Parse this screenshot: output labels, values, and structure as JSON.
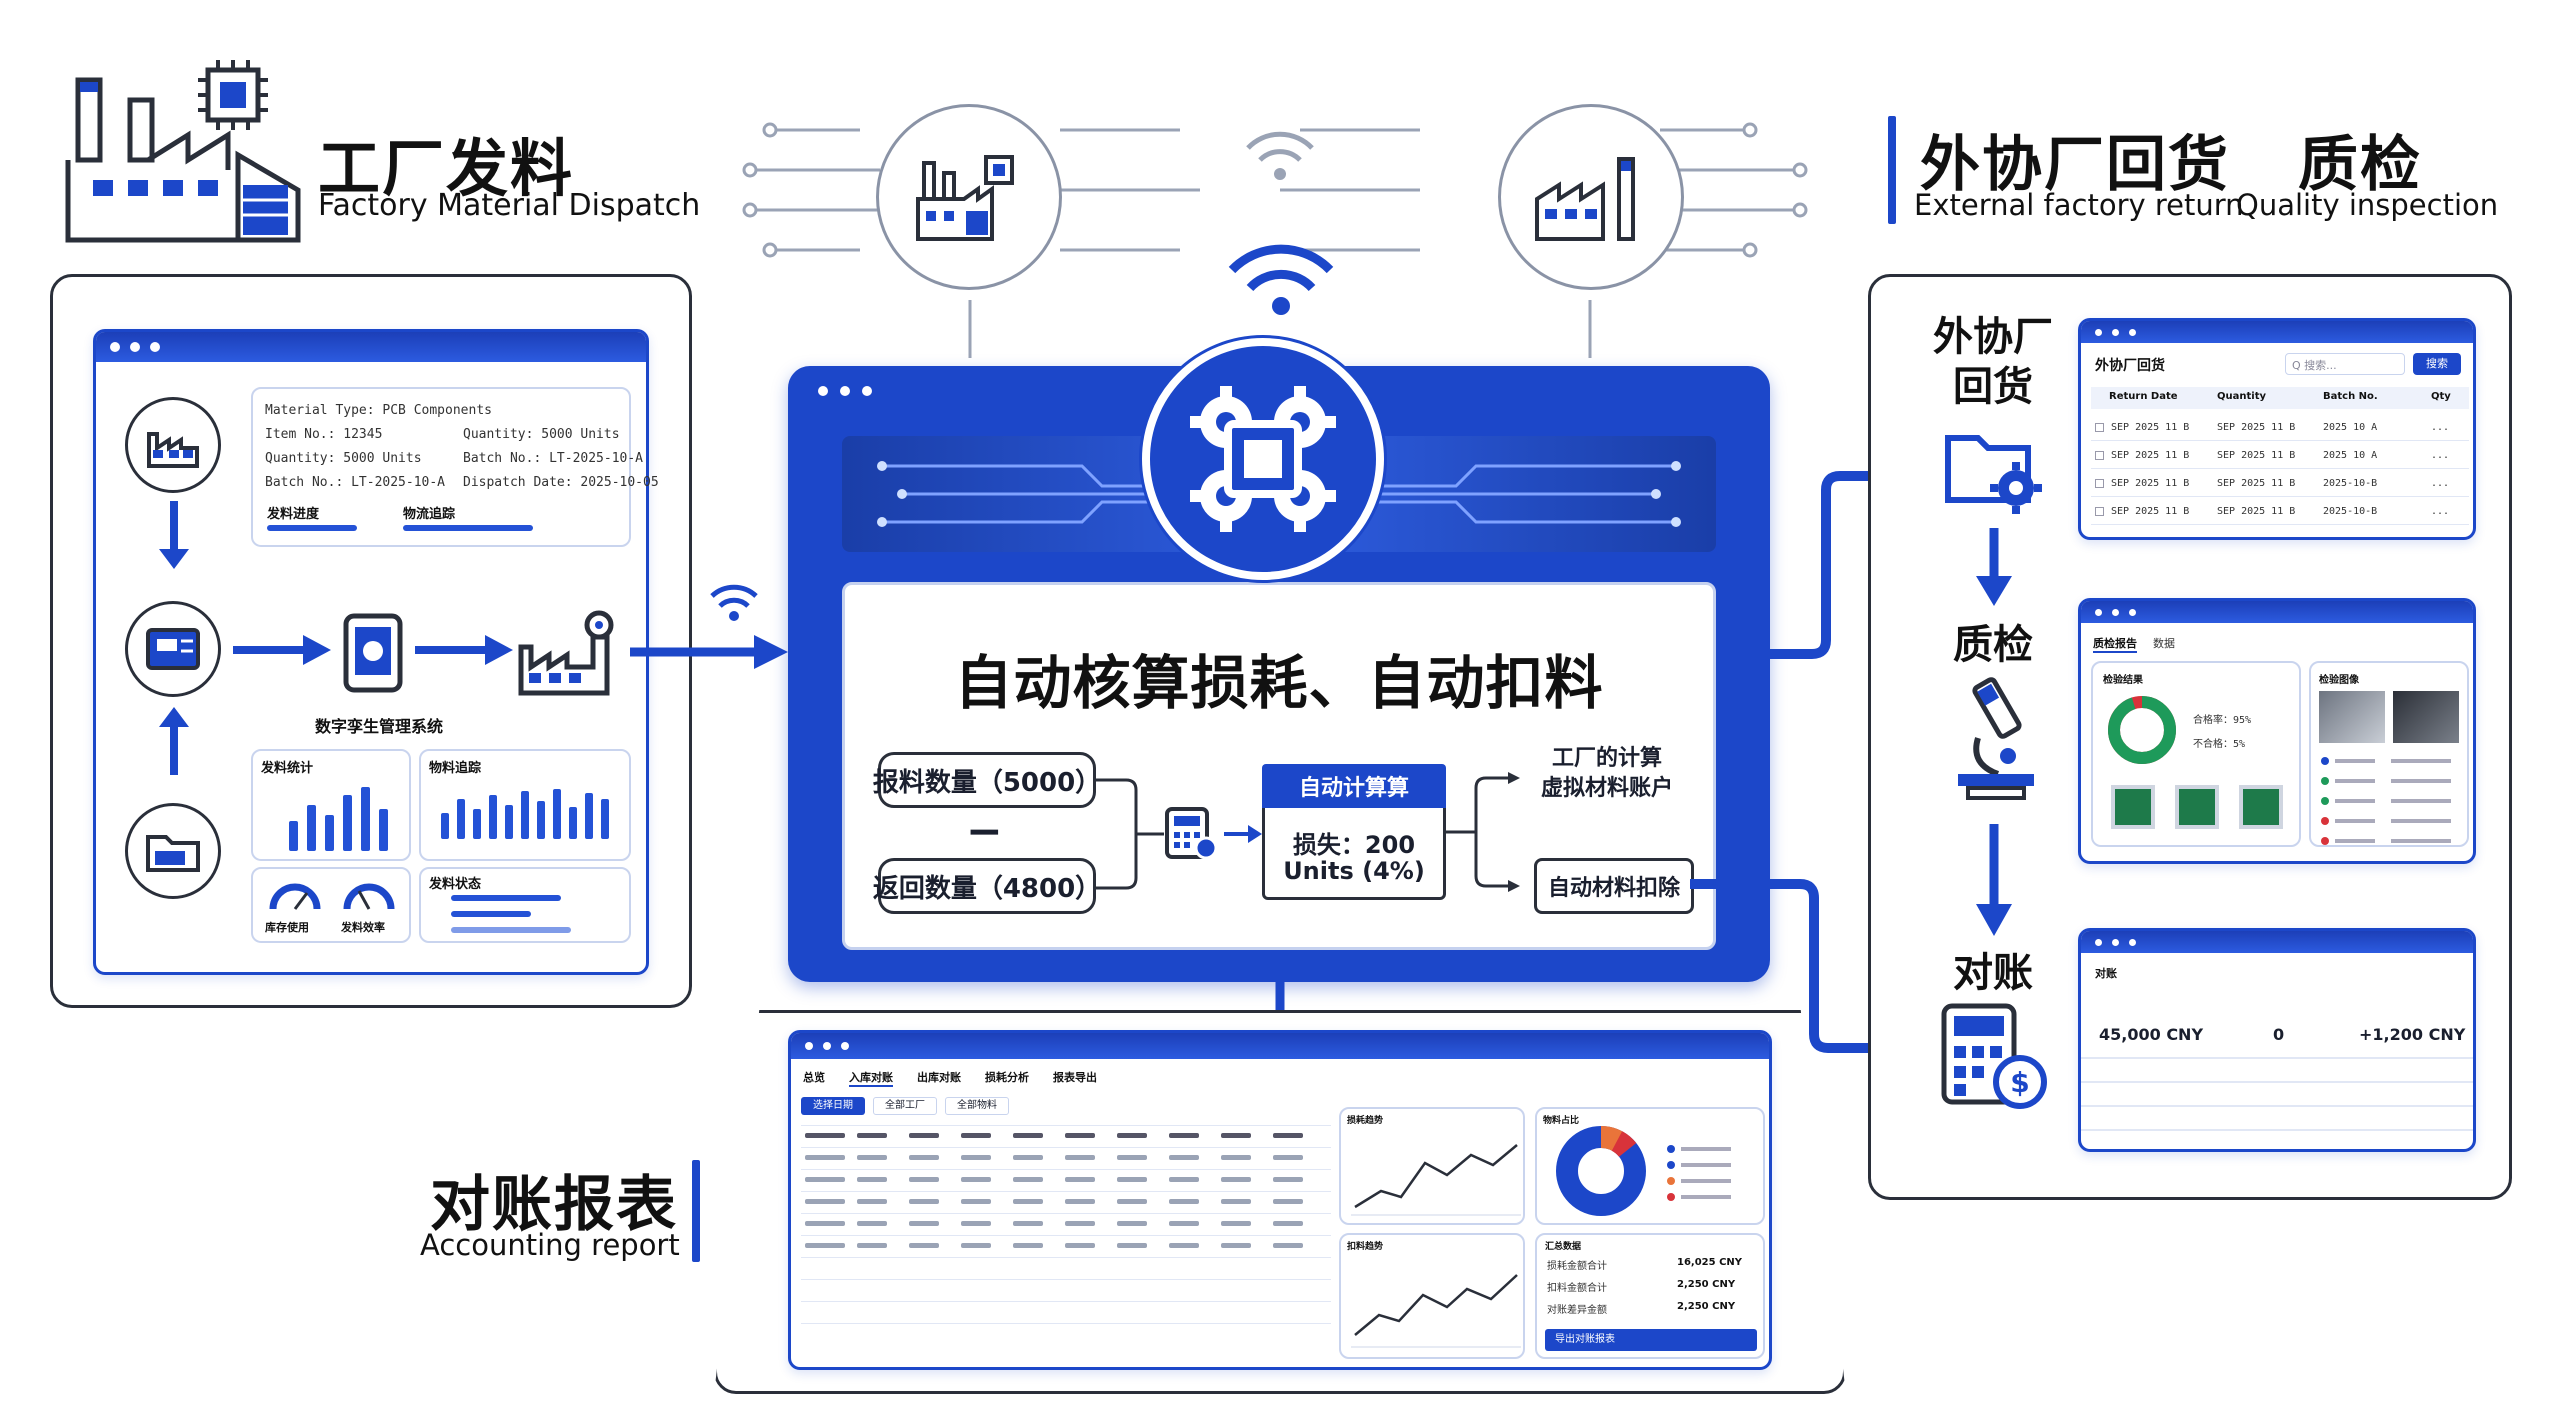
{
  "colors": {
    "accent": "#1c47c9",
    "accent_dark": "#1436a8",
    "outline": "#2a2f3a",
    "orange": "#e9743a",
    "red": "#d8333a"
  },
  "left_section": {
    "title_cn": "工厂发料",
    "title_en": "Factory Material Dispatch",
    "icon": "factory-chip-icon",
    "info_card": {
      "rows": [
        [
          "Material Type: PCB Components",
          ""
        ],
        [
          "Item No.: 12345",
          "Quantity: 5000 Units"
        ],
        [
          "Quantity: 5000 Units",
          "Batch No.: LT-2025-10-A"
        ],
        [
          "Batch No.: LT-2025-10-A",
          "Dispatch Date: 2025-10-05"
        ]
      ],
      "progress_labels": [
        "发料进度",
        "物流追踪"
      ]
    },
    "flow_label": "数字孪生管理系统",
    "chart_cards": {
      "bar_title": "发料统计",
      "bar_title_2": "物料追踪",
      "list_title": "发料状态",
      "gauge_labels": [
        "库存使用",
        "发料效率"
      ]
    }
  },
  "top_icons": {
    "left": "factory-chip-icon",
    "right": "factory-icon",
    "wifi": "wifi-icon"
  },
  "center_panel": {
    "headline": "自动核算损耗、自动扣料",
    "input_issue": "报料数量（5000）",
    "minus": "−",
    "input_return": "返回数量（4800）",
    "calc_title": "自动计算算",
    "calc_result_line1": "损失：200",
    "calc_result_line2": "Units (4%)",
    "branch_top": "工厂的计算\n虚拟材料账户",
    "branch_bottom": "自动材料扣除",
    "center_icon": "gear-chip-icon",
    "calc_icon": "calculator-icon"
  },
  "right_section": {
    "title_cn": "外协厂回货",
    "title_cn_2": "质检",
    "title_en": "External factory return",
    "title_en_2": "Quality inspection",
    "steps": [
      {
        "label": "外协厂\n回货",
        "icon": "folder-gear-icon"
      },
      {
        "label": "质检",
        "icon": "microscope-icon"
      },
      {
        "label": "对账",
        "icon": "calculator-coin-icon"
      }
    ],
    "return_window": {
      "title": "外协厂回货",
      "search_placeholder": "Q 搜索...",
      "button": "搜索",
      "headers": [
        "Return Date",
        "Quantity",
        "Batch No.",
        "Qty"
      ],
      "rows": [
        [
          "SEP 2025 11 B",
          "SEP 2025 11 B",
          "2025 10 A",
          "..."
        ],
        [
          "SEP 2025 11 B",
          "SEP 2025 11 B",
          "2025 10 A",
          "..."
        ],
        [
          "SEP 2025 11 B",
          "SEP 2025 11 B",
          "2025-10-B",
          "..."
        ],
        [
          "SEP 2025 11 B",
          "SEP 2025 11 B",
          "2025-10-B",
          "..."
        ]
      ]
    },
    "qc_window": {
      "tabs": [
        "质检报告",
        "数据"
      ],
      "card_title": "检验结果",
      "pass_label": "合格率：95%",
      "fail_label": "不合格：5%",
      "pass_rate": 95,
      "image_title": "检验图像"
    },
    "recon_window": {
      "title": "对账",
      "values": [
        "45,000 CNY",
        "0",
        "+1,200 CNY"
      ]
    }
  },
  "bottom_section": {
    "title_cn": "对账报表",
    "title_en": "Accounting report",
    "tabs": [
      "总览",
      "入库对账",
      "出库对账",
      "损耗分析",
      "报表导出"
    ],
    "filters": [
      "选择日期",
      "全部工厂",
      "全部物料"
    ],
    "summary_rows": [
      [
        "损耗金额合计",
        "16,025 CNY"
      ],
      [
        "扣料金额合计",
        "2,250 CNY"
      ],
      [
        "对账差异金额",
        "2,250 CNY"
      ]
    ],
    "footer_button": "导出对账报表",
    "chart_title": "损耗趋势",
    "pie_title": "物料占比",
    "chart_title_2": "扣料趋势",
    "summary_title": "汇总数据"
  }
}
